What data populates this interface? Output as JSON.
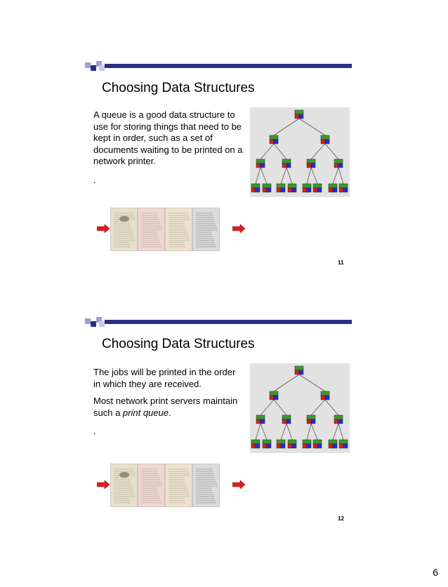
{
  "slides": [
    {
      "title": "Choosing Data Structures",
      "paragraphs": [
        "A queue is a good data structure to use for storing things that need to be kept in order, such as a set of documents waiting to be printed on a network printer."
      ],
      "dot": ".",
      "number": "11"
    },
    {
      "title": "Choosing Data Structures",
      "paragraph1": "The jobs will be printed in the order in which they are received.",
      "paragraph2_prefix": "Most network print servers maintain such a ",
      "paragraph2_em": "print queue",
      "paragraph2_suffix": ".",
      "dot": ".",
      "number": "12"
    }
  ],
  "page_number": "6",
  "colors": {
    "deco_dark": "#2a2f86",
    "deco_light": "#9aa0d0",
    "tree_bg": "#e2e2e2",
    "node_green": "#3a9a2a",
    "node_red": "#d42020",
    "node_blue": "#2a2ad0",
    "arrow_red": "#e02020"
  }
}
